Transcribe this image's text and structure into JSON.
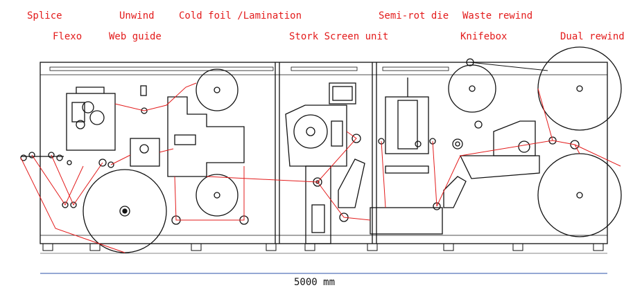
{
  "colors": {
    "label": "#e31b1b",
    "web_path": "#e31b1b",
    "machine_line": "#111111",
    "dimension_line": "#2b50a8",
    "dimension_text": "#111111"
  },
  "labels": {
    "splice": "Splice",
    "unwind": "Unwind",
    "cold_foil": "Cold foil /Lamination",
    "semi_rot_die": "Semi-rot die",
    "waste_rewind": "Waste rewind",
    "flexo": "Flexo",
    "web_guide": "Web guide",
    "stork_screen": "Stork Screen unit",
    "knifebox": "Knifebox",
    "dual_rewind": "Dual rewind"
  },
  "dimension": {
    "text": "5000 mm"
  }
}
